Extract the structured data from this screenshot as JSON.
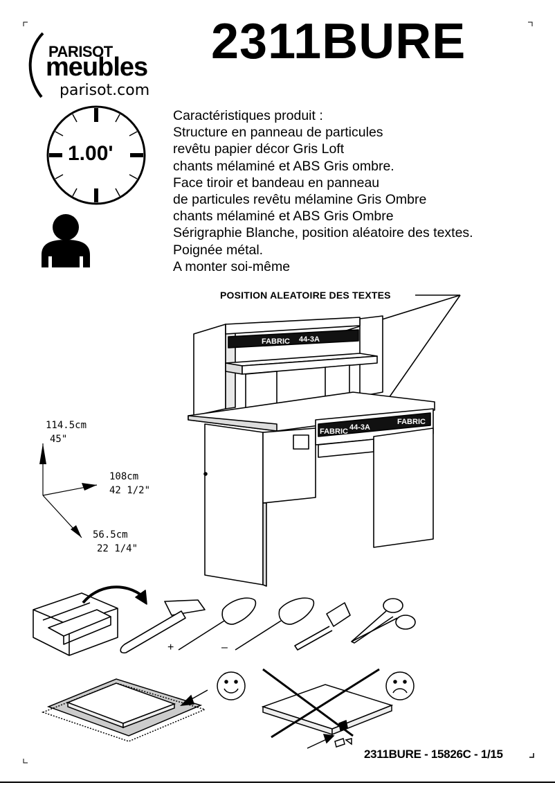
{
  "header": {
    "brand_line1": "PARISOT",
    "brand_line2": "meubles",
    "website": "parisot.com",
    "product_ref": "2311BURE"
  },
  "assembly_time": "1.00'",
  "specs": {
    "lines": [
      "Caractéristiques produit :",
      "Structure en panneau de particules",
      "revêtu papier décor Gris Loft",
      "chants mélaminé et ABS Gris ombre.",
      "Face tiroir et bandeau en panneau",
      "de particules revêtu mélamine Gris Ombre",
      "chants mélaminé et ABS Gris Ombre",
      "Sérigraphie Blanche, position aléatoire des textes.",
      "Poignée métal.",
      "A monter soi-même"
    ]
  },
  "diagram": {
    "callout": "POSITION ALEATOIRE DES TEXTES",
    "print_text_1": "FABRIC",
    "print_text_2": "44-3A"
  },
  "dimensions": {
    "height": {
      "metric": "114.5cm",
      "imperial": "45\""
    },
    "width": {
      "metric": "108cm",
      "imperial": "42 1/2\""
    },
    "depth": {
      "metric": "56.5cm",
      "imperial": "22 1/4\""
    }
  },
  "tools": {
    "plus_sign": "+",
    "minus_sign": "–"
  },
  "footer": {
    "code": "2311BURE  -  15826C  -  1/15"
  }
}
